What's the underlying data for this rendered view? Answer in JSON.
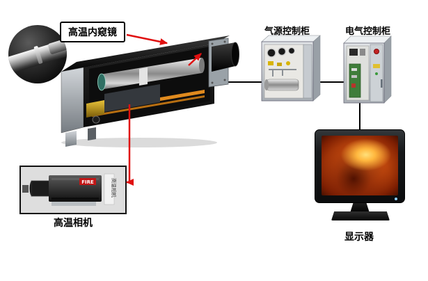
{
  "labels": {
    "endoscope": "高温内窥镜",
    "air_cabinet": "气源控制柜",
    "electrical_cabinet": "电气控制柜",
    "camera": "高温相机",
    "monitor": "显示器"
  },
  "camera_photo": {
    "badge": "FIRE",
    "side_label": "高温相机"
  },
  "colors": {
    "connection_line": "#000000",
    "pointer_arrow": "#e01010",
    "camera_arrow": "#1e4fd0",
    "rail_orange": "#e08a1e",
    "screen_glow": "#e8741f"
  }
}
